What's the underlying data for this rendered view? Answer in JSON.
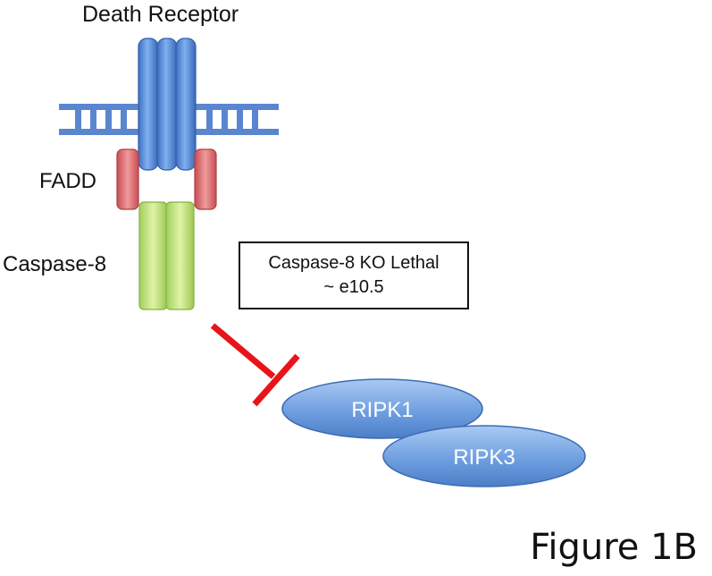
{
  "diagram": {
    "receptor_label": "Death Receptor",
    "adaptor_label": "FADD",
    "caspase_label": "Caspase-8",
    "note": {
      "line1": "Caspase-8 KO Lethal",
      "line2": "~ e10.5"
    },
    "nodes": [
      {
        "label": "RIPK1"
      },
      {
        "label": "RIPK3"
      }
    ],
    "figure_label": "Figure 1B"
  },
  "colors": {
    "receptor_blue": "#5b8fd6",
    "membrane_blue": "#5a86d0",
    "fadd_red": "#dc6b6e",
    "caspase_green": "#bde07a",
    "inhibition_red": "#e8141a",
    "ripk_blue": "#77a6e0"
  }
}
